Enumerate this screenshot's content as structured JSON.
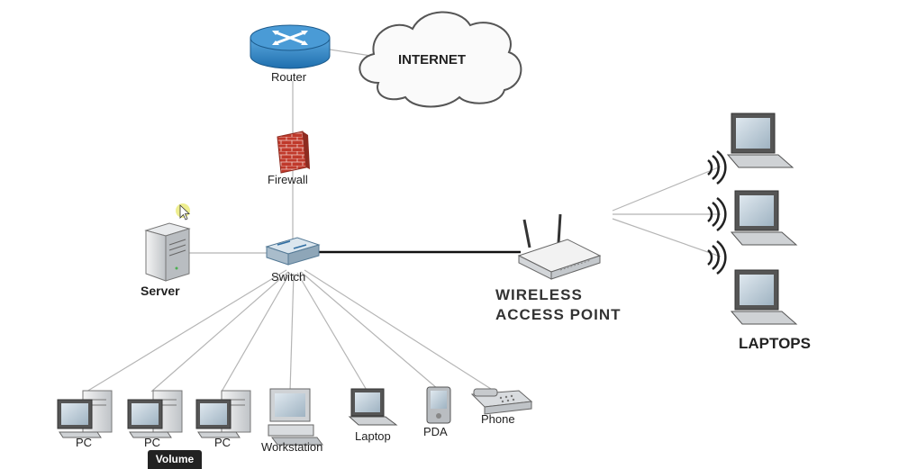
{
  "labels": {
    "router": "Router",
    "internet": "INTERNET",
    "firewall": "Firewall",
    "switch": "Switch",
    "server": "Server",
    "wap_line1": "WIRELESS",
    "wap_line2": "ACCESS POINT",
    "laptops": "LAPTOPS",
    "pc1": "PC",
    "pc2": "PC",
    "pc3": "PC",
    "workstation": "Workstation",
    "laptop": "Laptop",
    "pda": "PDA",
    "phone": "Phone"
  },
  "player": {
    "tooltip": "Volume"
  },
  "colors": {
    "router_blue": "#2f86c8",
    "firewall_red": "#c0392b",
    "tooltip_bg": "#222222"
  }
}
